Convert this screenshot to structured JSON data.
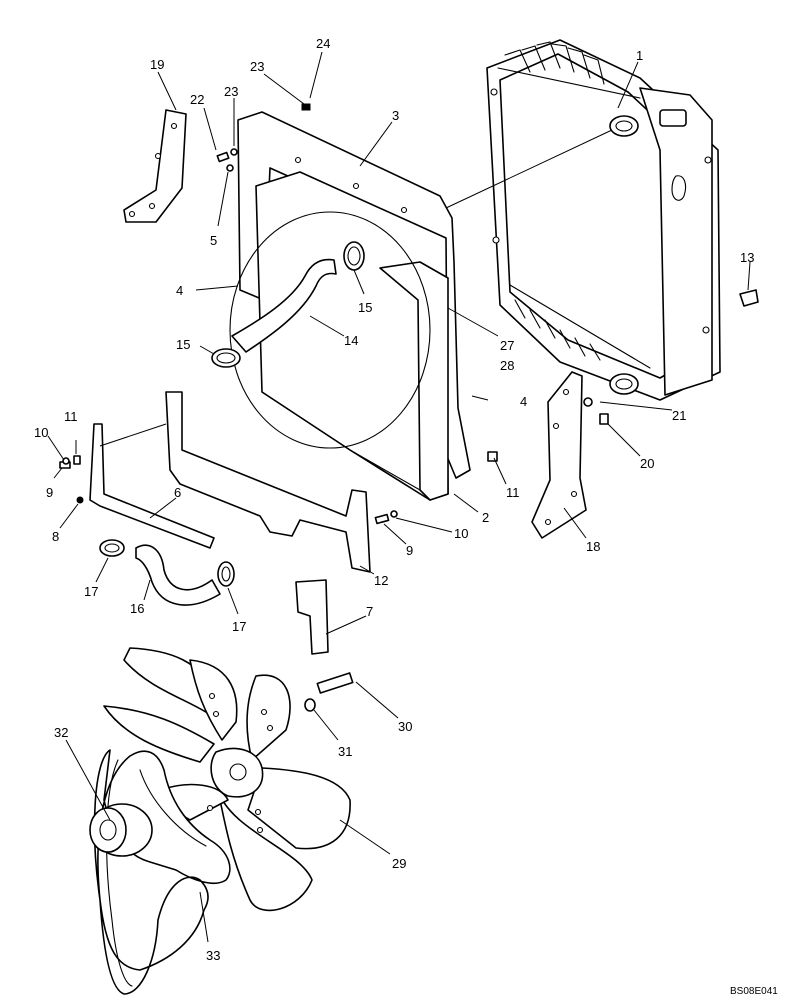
{
  "drawing_code": "BS08E041",
  "callouts": [
    {
      "id": "c1",
      "text": "1"
    },
    {
      "id": "c2",
      "text": "2"
    },
    {
      "id": "c3",
      "text": "3"
    },
    {
      "id": "c4a",
      "text": "4"
    },
    {
      "id": "c4b",
      "text": "4"
    },
    {
      "id": "c5",
      "text": "5"
    },
    {
      "id": "c6",
      "text": "6"
    },
    {
      "id": "c7",
      "text": "7"
    },
    {
      "id": "c8",
      "text": "8"
    },
    {
      "id": "c9a",
      "text": "9"
    },
    {
      "id": "c9b",
      "text": "9"
    },
    {
      "id": "c10a",
      "text": "10"
    },
    {
      "id": "c10b",
      "text": "10"
    },
    {
      "id": "c11a",
      "text": "11"
    },
    {
      "id": "c11b",
      "text": "11"
    },
    {
      "id": "c12",
      "text": "12"
    },
    {
      "id": "c13",
      "text": "13"
    },
    {
      "id": "c14",
      "text": "14"
    },
    {
      "id": "c15a",
      "text": "15"
    },
    {
      "id": "c15b",
      "text": "15"
    },
    {
      "id": "c16",
      "text": "16"
    },
    {
      "id": "c17a",
      "text": "17"
    },
    {
      "id": "c17b",
      "text": "17"
    },
    {
      "id": "c18",
      "text": "18"
    },
    {
      "id": "c19",
      "text": "19"
    },
    {
      "id": "c20",
      "text": "20"
    },
    {
      "id": "c21",
      "text": "21"
    },
    {
      "id": "c22",
      "text": "22"
    },
    {
      "id": "c23a",
      "text": "23"
    },
    {
      "id": "c23b",
      "text": "23"
    },
    {
      "id": "c24",
      "text": "24"
    },
    {
      "id": "c27",
      "text": "27"
    },
    {
      "id": "c28",
      "text": "28"
    },
    {
      "id": "c29",
      "text": "29"
    },
    {
      "id": "c30",
      "text": "30"
    },
    {
      "id": "c31",
      "text": "31"
    },
    {
      "id": "c32",
      "text": "32"
    },
    {
      "id": "c33",
      "text": "33"
    }
  ]
}
